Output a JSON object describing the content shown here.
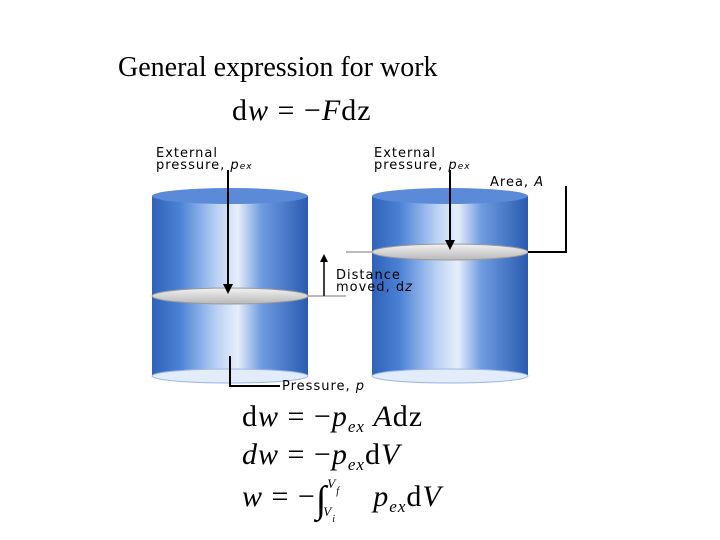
{
  "slide": {
    "title": "General expression for work"
  },
  "diagram": {
    "left_cylinder_label": "External pressure, p_ex",
    "right_cylinder_label": "External pressure, p_ex",
    "area_label": "Area, A",
    "distance_label": "Distance moved, dz",
    "pressure_label": "Pressure, p"
  },
  "equations": {
    "top": "dw = −F dz",
    "eq1": "dw = −p_ex A dz",
    "eq2": "dw = −p_ex dV",
    "eq3": "w = −∫ p_ex dV (from V_i to V_f)"
  },
  "colors": {
    "cylinder": "#3d72c6",
    "cylinder_light": "#a9c6ee",
    "piston": "#d4d4d4"
  }
}
